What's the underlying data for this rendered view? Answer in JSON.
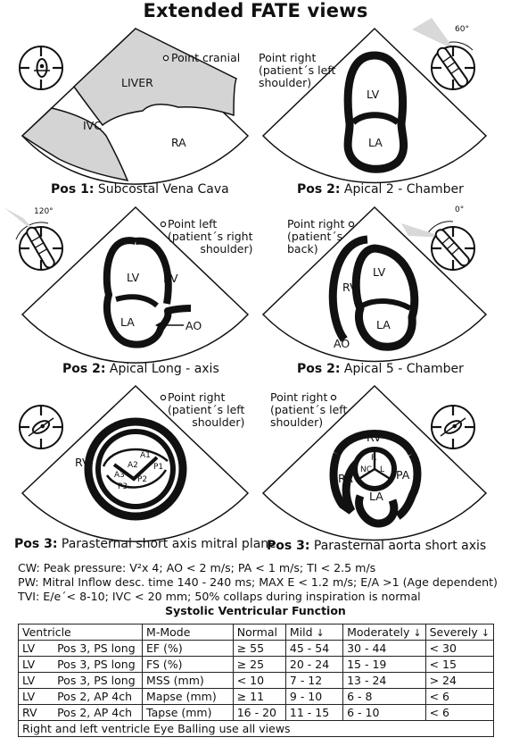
{
  "title": "Extended FATE views",
  "panels": {
    "pos1": {
      "caption_bold": "Pos 1:",
      "caption_rest": " Subcostal Vena Cava",
      "note_lines": [
        "Point cranial"
      ],
      "labels": {
        "liver": "LIVER",
        "ivc": "IVC",
        "ra": "RA"
      }
    },
    "pos2a": {
      "caption_bold": "Pos 2:",
      "caption_rest": " Apical 2 - Chamber",
      "note_lines": [
        "Point right",
        "(patient´s left",
        "shoulder)"
      ],
      "labels": {
        "lv": "LV",
        "la": "LA"
      },
      "angle": "60°"
    },
    "pos2b": {
      "caption_bold": "Pos 2:",
      "caption_rest": " Apical Long - axis",
      "note_lines": [
        "Point left",
        "(patient´s right",
        "shoulder)"
      ],
      "labels": {
        "lv": "LV",
        "rv": "RV",
        "la": "LA",
        "ao": "AO"
      },
      "angle": "120°"
    },
    "pos2c": {
      "caption_bold": "Pos 2:",
      "caption_rest": " Apical 5 - Chamber",
      "note_lines": [
        "Point right",
        "(patient´s",
        "back)"
      ],
      "labels": {
        "rv": "RV",
        "lv": "LV",
        "la": "LA",
        "ao": "AO"
      },
      "angle": "0°"
    },
    "pos3a": {
      "caption_bold": "Pos 3:",
      "caption_rest": " Parasternal short axis mitral plane",
      "note_lines": [
        "Point right",
        "(patient´s left",
        "shoulder)"
      ],
      "labels": {
        "rv": "RV",
        "a1": "A1",
        "a2": "A2",
        "a3": "A3",
        "p1": "P1",
        "p2": "P2",
        "p3": "P3"
      }
    },
    "pos3b": {
      "caption_bold": "Pos 3:",
      "caption_rest": " Parasternal aorta short axis",
      "note_lines": [
        "Point right",
        "(patient´s left",
        "shoulder)"
      ],
      "labels": {
        "rv": "RV",
        "ra": "RA",
        "pa": "PA",
        "la": "LA",
        "r": "R",
        "nc": "NC",
        "l": "L"
      }
    }
  },
  "formulas": {
    "cw": "CW: Peak pressure: V²x 4; AO < 2 m/s; PA < 1 m/s; TI < 2.5 m/s",
    "pw": "PW: Mitral Inflow desc. time 140 - 240 ms; MAX E < 1.2 m/s; E/A >1 (Age dependent)",
    "tvi": "TVI: E/e´< 8-10; IVC < 20 mm; 50% collaps during inspiration is normal"
  },
  "table": {
    "title": "Systolic Ventricular Function",
    "headers": {
      "ventricle": "Ventricle",
      "mmode": "M-Mode",
      "normal": "Normal",
      "mild": "Mild",
      "moderately": "Moderately",
      "severely": "Severely"
    },
    "rows": [
      {
        "v": "LV",
        "pos": "Pos 3, PS long",
        "m": "EF (%)",
        "normal": "≥ 55",
        "mild": "45 - 54",
        "moderately": "30 - 44",
        "severely": "< 30"
      },
      {
        "v": "LV",
        "pos": "Pos 3, PS long",
        "m": "FS (%)",
        "normal": "≥ 25",
        "mild": "20 - 24",
        "moderately": "15 - 19",
        "severely": "< 15"
      },
      {
        "v": "LV",
        "pos": "Pos 3, PS long",
        "m": "MSS (mm)",
        "normal": "< 10",
        "mild": "7 - 12",
        "moderately": "13 - 24",
        "severely": "> 24"
      },
      {
        "v": "LV",
        "pos": "Pos 2, AP 4ch",
        "m": "Mapse (mm)",
        "normal": "≥ 11",
        "mild": "9 - 10",
        "moderately": "6 - 8",
        "severely": "< 6"
      },
      {
        "v": "RV",
        "pos": "Pos 2, AP 4ch",
        "m": "Tapse (mm)",
        "normal": "16 - 20",
        "mild": "11 - 15",
        "moderately": "6 - 10",
        "severely": "< 6"
      }
    ],
    "footer": "Right and left ventricle Eye Balling use all views"
  },
  "icons": {
    "sort_arrow": "↓"
  }
}
